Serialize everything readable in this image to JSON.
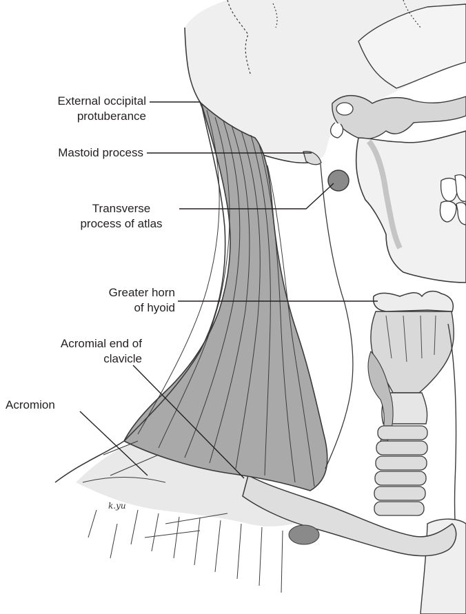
{
  "labels": {
    "external_occipital": {
      "line1": "External occipital",
      "line2": "protuberance"
    },
    "mastoid": {
      "line1": "Mastoid process"
    },
    "transverse_atlas": {
      "line1": "Transverse",
      "line2": "process of atlas"
    },
    "greater_horn": {
      "line1": "Greater horn",
      "line2": "of hyoid"
    },
    "acromial_end": {
      "line1": "Acromial end of",
      "line2": "clavicle"
    },
    "acromion": {
      "line1": "Acromion"
    }
  },
  "signature": "k.yu",
  "colors": {
    "muscle_fill": "#a9a9a9",
    "muscle_stroke": "#3a3a3a",
    "bone_fill": "#e6e6e6",
    "bone_shade": "#c8c8c8",
    "ink": "#231f20",
    "leader": "#231f20",
    "landmark_dot": "#8a8a8a"
  }
}
